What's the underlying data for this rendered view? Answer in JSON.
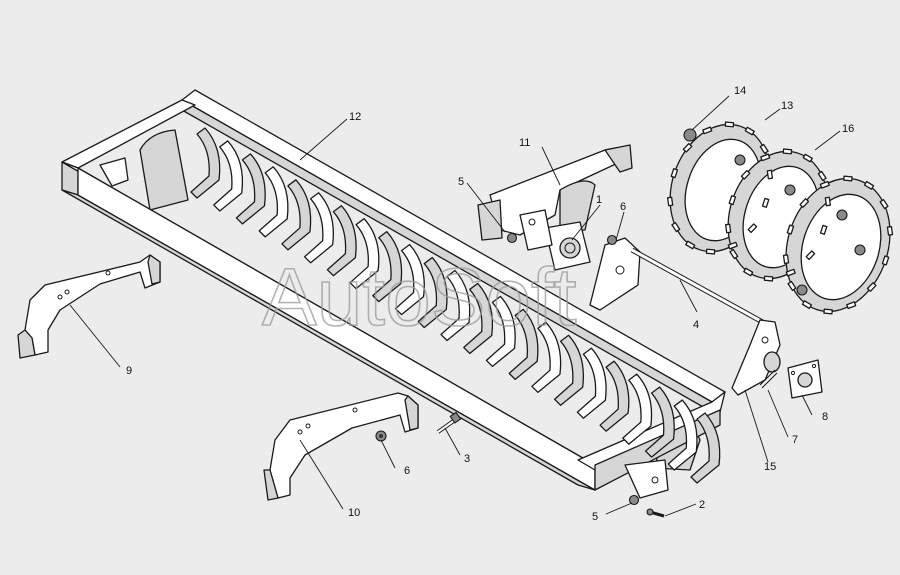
{
  "watermark": "AutoSoft",
  "callouts": {
    "c1": "1",
    "c2": "2",
    "c3": "3",
    "c4": "4",
    "c5a": "5",
    "c5b": "5",
    "c6a": "6",
    "c6b": "6",
    "c7": "7",
    "c8": "8",
    "c9": "9",
    "c10": "10",
    "c11": "11",
    "c12": "12",
    "c13": "13",
    "c14": "14",
    "c15": "15",
    "c16": "16"
  },
  "colors": {
    "background": "#ececec",
    "line": "#1a1a1a",
    "fill": "#ffffff",
    "shade": "#d6d6d6"
  }
}
